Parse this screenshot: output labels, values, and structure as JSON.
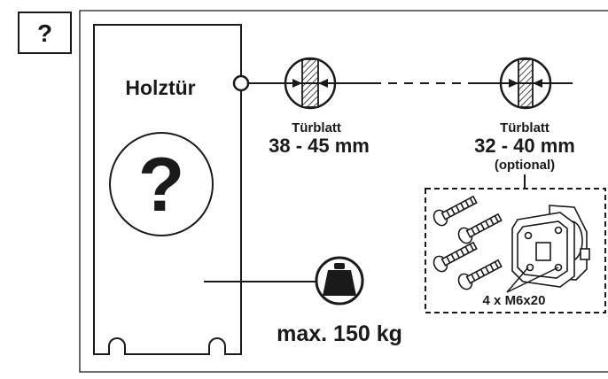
{
  "help_box": {
    "mark": "?"
  },
  "door": {
    "label": "Holztür",
    "question_mark": "?"
  },
  "thickness_1": {
    "title": "Türblatt",
    "range": "38 - 45 mm"
  },
  "thickness_2": {
    "title": "Türblatt",
    "range": "32 - 40 mm",
    "note": "(optional)"
  },
  "screws": {
    "label": "4 x M6x20"
  },
  "weight": {
    "label": "max. 150 kg"
  },
  "colors": {
    "line": "#1a1a1a",
    "background": "#ffffff"
  }
}
